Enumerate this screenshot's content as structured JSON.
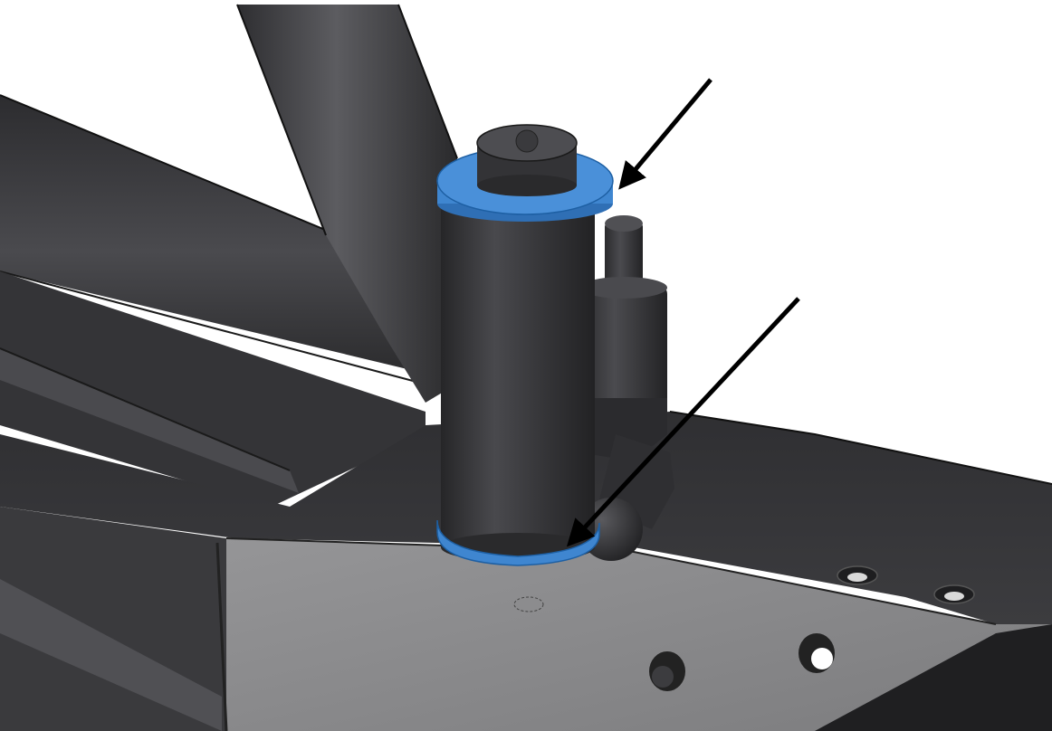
{
  "colors": {
    "background": "#ffffff",
    "frame_dark": "#2b2b2d",
    "frame_mid": "#3a3a3d",
    "frame_light": "#5a5a5e",
    "plate_face": "#8e8e90",
    "plate_face_light": "#a3a3a5",
    "washer_highlight": "#3f86d0",
    "washer_edge": "#1d5fa3",
    "arrow": "#000000"
  },
  "components": [
    {
      "id": "frame-tube-diagonal",
      "icon": "tube-icon"
    },
    {
      "id": "frame-tube-left",
      "icon": "tube-icon"
    },
    {
      "id": "hinge-sleeve",
      "icon": "cylinder-icon"
    },
    {
      "id": "hinge-pin",
      "icon": "pin-icon"
    },
    {
      "id": "top-washer",
      "icon": "washer-icon",
      "highlighted": true
    },
    {
      "id": "bottom-washer",
      "icon": "washer-icon",
      "highlighted": true
    },
    {
      "id": "grease-fitting",
      "icon": "fitting-icon"
    },
    {
      "id": "bracket-plate",
      "icon": "plate-icon"
    }
  ],
  "annotations": [
    {
      "id": "arrow-top-washer",
      "target": "top-washer",
      "icon": "arrow-icon"
    },
    {
      "id": "arrow-bottom-washer",
      "target": "bottom-washer",
      "icon": "arrow-icon"
    }
  ]
}
